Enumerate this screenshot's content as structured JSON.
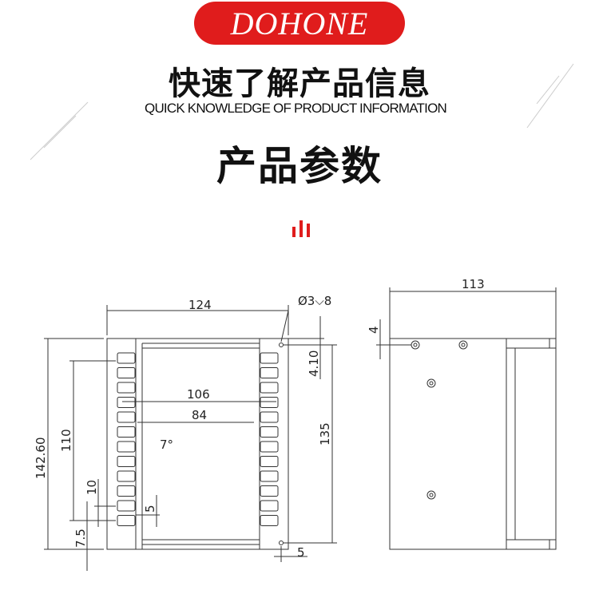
{
  "brand": "DOHONE",
  "title_cn": "快速了解产品信息",
  "subtitle_en": "QUICK KNOWLEDGE OF  PRODUCT INFORMATION",
  "section_title": "产品参数",
  "accent_color": "#e01c1c",
  "front_view": {
    "width": "124",
    "hole_spec": "Ø3⌵8",
    "height": "142.60",
    "slot_span": "110",
    "inner_width_outer": "106",
    "inner_width": "84",
    "angle": "7°",
    "slot_pitch": "10",
    "bottom_offset": "7.5",
    "slot_gap": "5",
    "hole_spacing": "135",
    "hole_top_offset": "4.10",
    "hole_side_offset": "5"
  },
  "side_view": {
    "depth": "113",
    "top_offset": "4"
  }
}
